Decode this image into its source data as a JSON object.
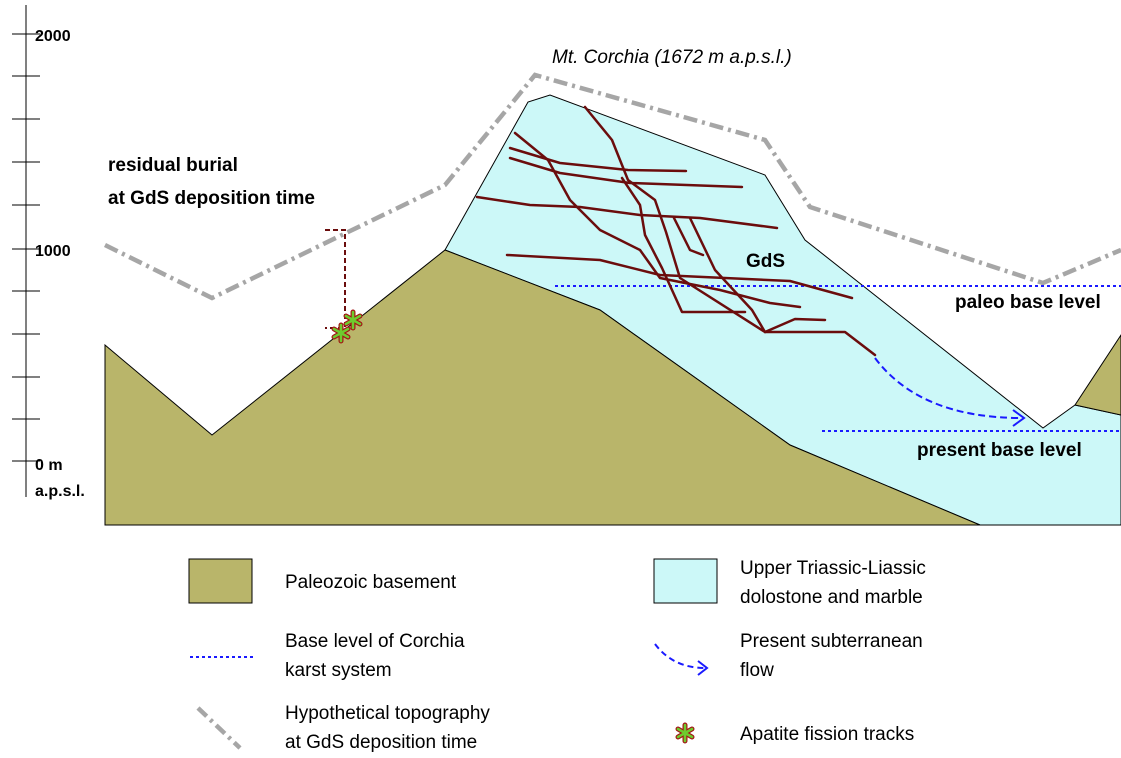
{
  "colors": {
    "basement": "#b9b56a",
    "dolostone": "#ccf8f8",
    "outline": "#000000",
    "topography": "#a6a6a6",
    "base_level": "#1a1aff",
    "flow": "#1a1aff",
    "conduits": "#6b0d0d",
    "burial": "#6b0d0d",
    "apatite_fill": "#6ecb2e",
    "apatite_stroke": "#a31515"
  },
  "axis": {
    "label_2000": "2000",
    "label_1000": "1000",
    "label_0": "0 m",
    "label_unit": "a.p.s.l."
  },
  "labels": {
    "peak": "Mt. Corchia (1672 m a.p.s.l.)",
    "burial_line1": "residual burial",
    "burial_line2": "at GdS deposition time",
    "gds": "GdS",
    "paleo": "paleo base level",
    "present": "present base level"
  },
  "legend": {
    "basement": "Paleozoic basement",
    "dolostone_line1": "Upper Triassic-Liassic",
    "dolostone_line2": "dolostone and marble",
    "base_level_line1": "Base level of Corchia",
    "base_level_line2": "karst system",
    "flow_line1": "Present subterranean",
    "flow_line2": "flow",
    "topography_line1": "Hypothetical topography",
    "topography_line2": "at GdS deposition time",
    "apatite": "Apatite fission tracks"
  }
}
